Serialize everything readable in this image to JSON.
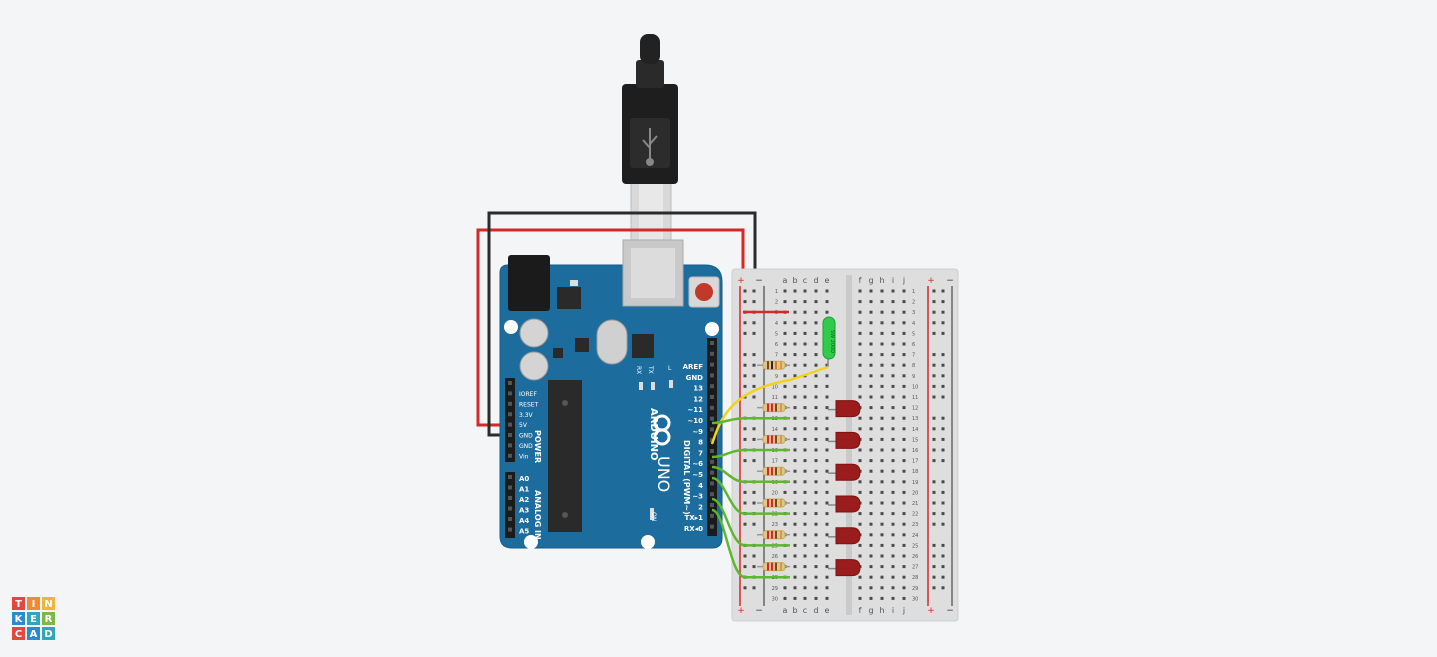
{
  "app": {
    "logo_letters": [
      "T",
      "I",
      "N",
      "K",
      "E",
      "R",
      "C",
      "A",
      "D"
    ],
    "logo_colors": [
      "#e2483b",
      "#f08a33",
      "#f0b43a",
      "#2a8bd1",
      "#2fa7b8",
      "#7db745",
      "#e2483b",
      "#2a8bd1",
      "#2fa7b8"
    ]
  },
  "arduino": {
    "brand": "ARDUINO",
    "model": "UNO",
    "on_label": "ON",
    "l_label": "L",
    "tx_label": "TX",
    "rx_label": "RX",
    "digital_header": "DIGITAL (PWM~)",
    "power_header": "POWER",
    "analog_header": "ANALOG IN",
    "digital_pins": [
      "AREF",
      "GND",
      "13",
      "12",
      "~11",
      "~10",
      "~9",
      "8",
      "7",
      "~6",
      "~5",
      "4",
      "~3",
      "2",
      "TX▸1",
      "RX◂0"
    ],
    "power_pins": [
      "IOREF",
      "RESET",
      "3.3V",
      "5V",
      "GND",
      "GND",
      "Vin"
    ],
    "analog_pins": [
      "A0",
      "A1",
      "A2",
      "A3",
      "A4",
      "A5"
    ],
    "board_color": "#1c6d9e"
  },
  "breadboard": {
    "columns_left": [
      "a",
      "b",
      "c",
      "d",
      "e"
    ],
    "columns_right": [
      "f",
      "g",
      "h",
      "i",
      "j"
    ],
    "rail_plus": "+",
    "rail_minus": "−",
    "row_count": 30
  },
  "components": {
    "tilt_sensor_label": "SW 200D",
    "led_color": "#9b1c1c",
    "wire_colors": {
      "power": "#d62828",
      "ground": "#2b2b2b",
      "signal": "#5cb82e",
      "sensor": "#f2d21b"
    }
  }
}
